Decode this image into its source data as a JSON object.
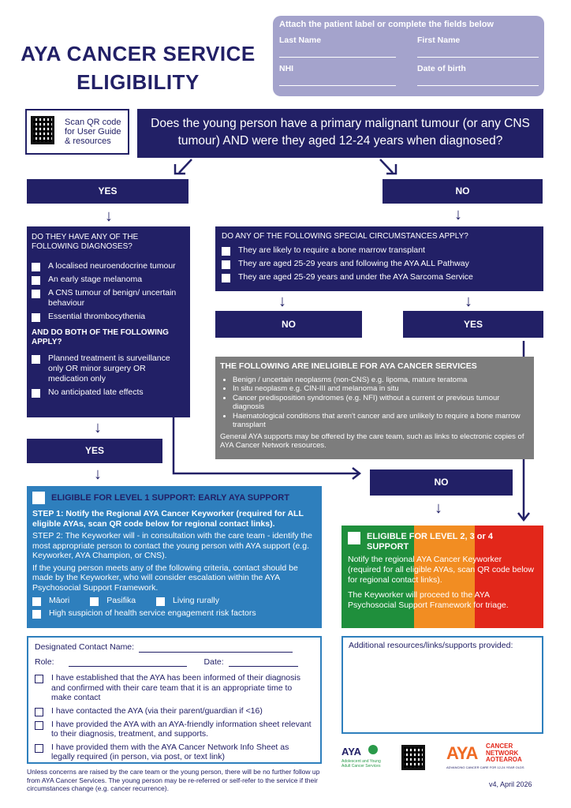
{
  "title": {
    "line1": "AYA CANCER SERVICE",
    "line2": "ELIGIBILITY"
  },
  "patient_label": {
    "header": "Attach the patient label or complete the fields below",
    "last_name": "Last Name",
    "first_name": "First Name",
    "nhi": "NHI",
    "dob": "Date of birth"
  },
  "qr_note": {
    "l1": "Scan QR code",
    "l2": "for User Guide",
    "l3": "& resources"
  },
  "question": "Does the young person have a primary malignant tumour (or any CNS tumour) AND were they aged 12-24 years when diagnosed?",
  "yes": "YES",
  "no": "NO",
  "diagnoses": {
    "heading": "DO THEY HAVE ANY OF THE FOLLOWING DIAGNOSES?",
    "items": [
      "A localised neuroendocrine tumour",
      "An early stage melanoma",
      "A CNS tumour of benign/ uncertain behaviour",
      "Essential thrombocythenia"
    ],
    "subheading": "AND DO BOTH OF THE FOLLOWING APPLY?",
    "conditions": [
      "Planned treatment is surveillance only OR minor surgery OR medication only",
      "No anticipated late effects"
    ]
  },
  "special": {
    "heading": "DO ANY OF THE FOLLOWING SPECIAL CIRCUMSTANCES APPLY?",
    "items": [
      "They are likely to require a bone marrow transplant",
      "They are aged 25-29 years and following the AYA ALL Pathway",
      "They are aged 25-29 years and under the AYA Sarcoma Service"
    ]
  },
  "ineligible": {
    "heading": "THE FOLLOWING ARE INELIGIBLE FOR AYA CANCER SERVICES",
    "items": [
      "Benign / uncertain neoplasms (non-CNS) e.g. lipoma, mature teratoma",
      "In situ neoplasm e.g. CIN-III and melanoma in situ",
      "Cancer predisposition syndromes (e.g. NFI) without a current or previous tumour diagnosis",
      "Haematological conditions that aren't cancer and are unlikely to require a bone marrow transplant"
    ],
    "note": "General AYA supports may be offered by the care team, such as links to electronic copies of AYA Cancer Network resources."
  },
  "level1": {
    "heading": "ELIGIBLE FOR LEVEL 1 SUPPORT: EARLY AYA SUPPORT",
    "step1": "STEP 1: Notify the Regional AYA Cancer Keyworker (required for ALL eligible AYAs, scan QR code below for regional contact links).",
    "step2": "STEP 2: The Keyworker will - in consultation with the care team - identify the most appropriate person to contact the young person with AYA support (e.g. Keyworker, AYA Champion, or CNS).",
    "criteria": "If the young person meets any of the following criteria, contact should be made by the Keyworker, who will consider escalation within the AYA Psychosocial Support Framework.",
    "options": [
      "Māori",
      "Pasifika",
      "Living rurally",
      "High suspicion of health service engagement risk factors"
    ]
  },
  "level234": {
    "heading": "ELIGIBLE FOR LEVEL 2, 3 or 4 SUPPORT",
    "p1": "Notify the regional AYA Cancer Keyworker (required for all eligible AYAs, scan QR code below for regional contact links).",
    "p2": "The Keyworker will proceed to the AYA Psychosocial Support Framework for triage."
  },
  "contact": {
    "designated": "Designated Contact Name:",
    "role": "Role:",
    "date": "Date:",
    "checks": [
      "I have established that the AYA has been informed of their diagnosis and confirmed with their care team that it is an appropriate time to make contact",
      "I have contacted the AYA (via their parent/guardian if <16)",
      "I have provided the AYA with an AYA-friendly information sheet relevant to their diagnosis, treatment, and supports.",
      "I have provided them with the AYA Cancer Network Info Sheet as legally required (in person, via post, or text link)"
    ]
  },
  "additional": "Additional resources/links/supports provided:",
  "footer_note": "Unless concerns are raised by the care team or the young person, there will be no further follow up from AYA Cancer Services. The young person may be re-referred or self-refer to the service if their circumstances change (e.g. cancer recurrence).",
  "logo_aya": {
    "mark": "AYA",
    "sub": "Adolescent and Young Adult Cancer Services"
  },
  "logo_network": {
    "mark": "AYA",
    "l1": "CANCER",
    "l2": "NETWORK",
    "l3": "AOTEAROA",
    "tag": "ADVANCING CANCER CARE FOR 12-24 YEAR OLDS"
  },
  "version": "v4, April 2026",
  "colors": {
    "navy": "#222066",
    "lavender": "#a4a3cc",
    "blue": "#2e7fbd",
    "grey": "#7d7d7d",
    "green": "#1f8f3c",
    "orange": "#f28d22",
    "red": "#e2271a"
  }
}
